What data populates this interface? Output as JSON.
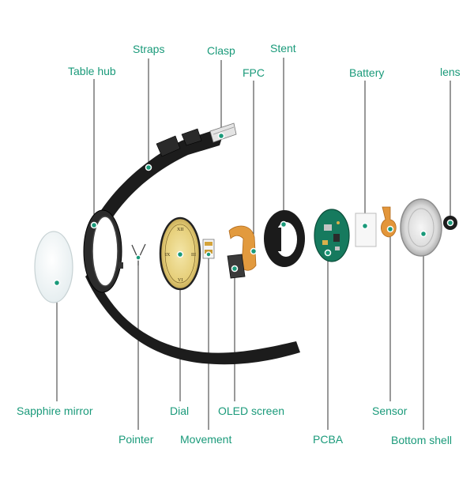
{
  "accent_color": "#1a9a7a",
  "labels": {
    "table_hub": "Table hub",
    "straps": "Straps",
    "clasp": "Clasp",
    "stent": "Stent",
    "fpc": "FPC",
    "battery": "Battery",
    "lens": "lens",
    "sapphire_mirror": "Sapphire mirror",
    "dial": "Dial",
    "pointer": "Pointer",
    "movement": "Movement",
    "oled_screen": "OLED screen",
    "pcba": "PCBA",
    "sensor": "Sensor",
    "bottom_shell": "Bottom shell"
  }
}
